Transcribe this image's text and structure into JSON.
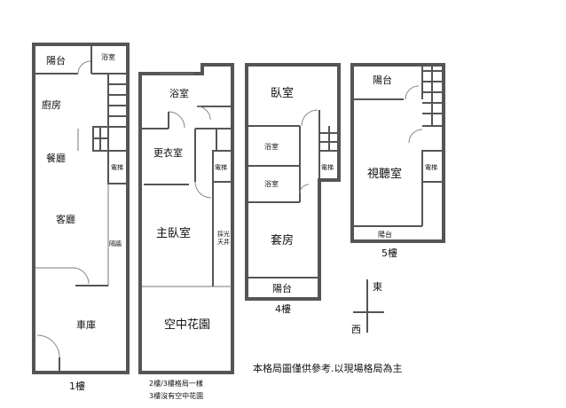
{
  "floors": {
    "f1": {
      "label": "1樓",
      "rooms": {
        "balcony": "陽台",
        "bath": "浴室",
        "kitchen": "廚房",
        "dining": "餐廳",
        "elevator": "電梯",
        "living": "客廳",
        "partition": "隔牆",
        "garage": "車庫"
      }
    },
    "f2": {
      "caption1": "2樓/3樓格局一樣",
      "caption2": "3樓沒有空中花園",
      "rooms": {
        "bath": "浴室",
        "closet": "更衣室",
        "elevator": "電梯",
        "master": "主臥室",
        "skylight1": "採光",
        "skylight2": "天井",
        "garden": "空中花園"
      }
    },
    "f4": {
      "label": "4樓",
      "rooms": {
        "bedroom": "臥室",
        "bath1": "浴室",
        "bath2": "浴室",
        "elevator": "電梯",
        "suite": "套房",
        "balcony": "陽台"
      }
    },
    "f5": {
      "label": "5樓",
      "rooms": {
        "balcony_top": "陽台",
        "theater": "視聽室",
        "elevator": "電梯",
        "balcony_bottom": "陽台"
      }
    }
  },
  "compass": {
    "east": "東",
    "west": "西"
  },
  "disclaimer": "本格局圖僅供參考.以現場格局為主"
}
